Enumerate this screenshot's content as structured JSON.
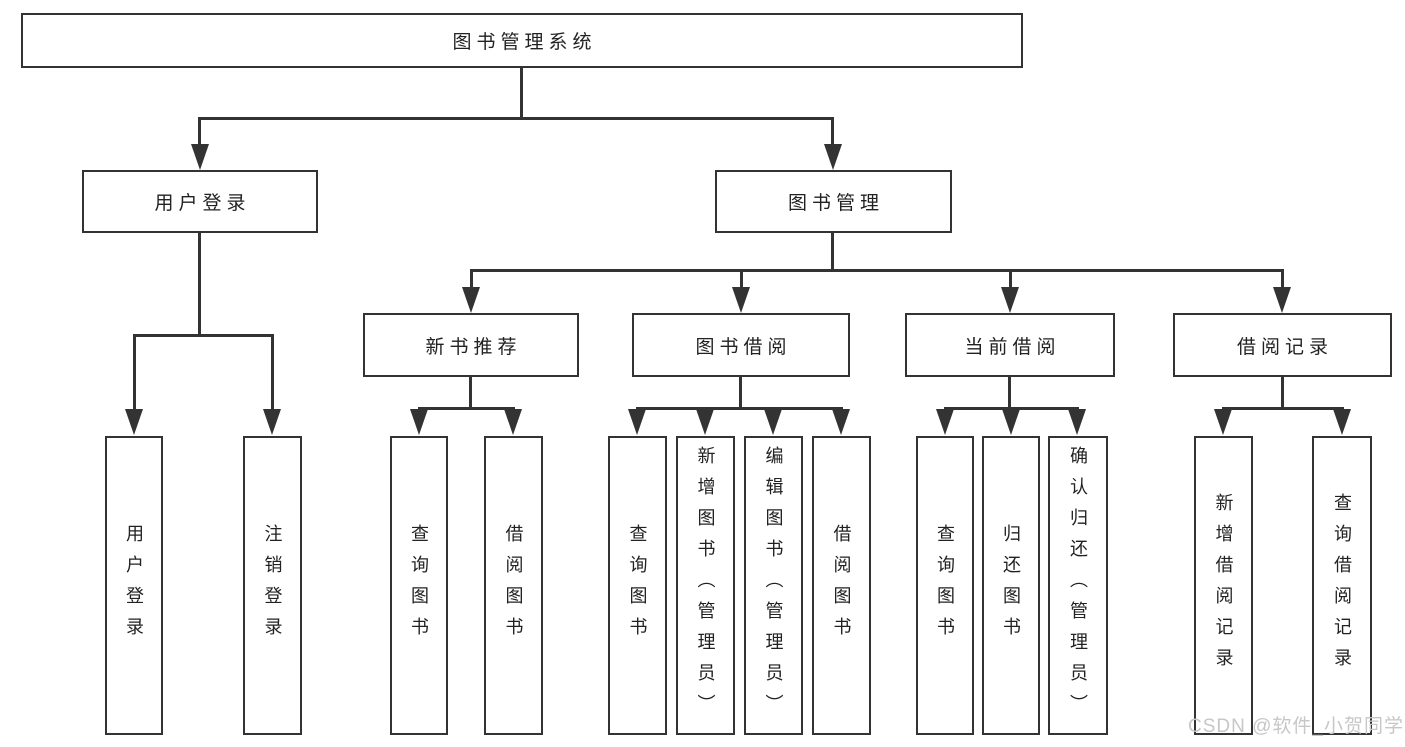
{
  "diagram_title": "图书管理系统",
  "nodes": {
    "root": "图书管理系统",
    "user_login": "用户登录",
    "book_management": "图书管理",
    "new_book_recommend": "新书推荐",
    "book_borrowing": "图书借阅",
    "current_borrowing": "当前借阅",
    "borrowing_records": "借阅记录",
    "ul_user_login": "用户登录",
    "ul_logout": "注销登录",
    "nb_query_books": "查询图书",
    "nb_borrow_books": "借阅图书",
    "bb_query_books": "查询图书",
    "bb_add_books_admin": "新增图书（管理员）",
    "bb_edit_books_admin": "编辑图书（管理员）",
    "bb_borrow_books": "借阅图书",
    "cb_query_books": "查询图书",
    "cb_return_books": "归还图书",
    "cb_confirm_return_admin": "确认归还（管理员）",
    "br_add_record": "新增借阅记录",
    "br_query_record": "查询借阅记录"
  },
  "watermark": "CSDN @软件_小贺同学",
  "colors": {
    "line": "#333333",
    "text": "#222222",
    "background": "#ffffff",
    "watermark": "#c7c7c7"
  }
}
